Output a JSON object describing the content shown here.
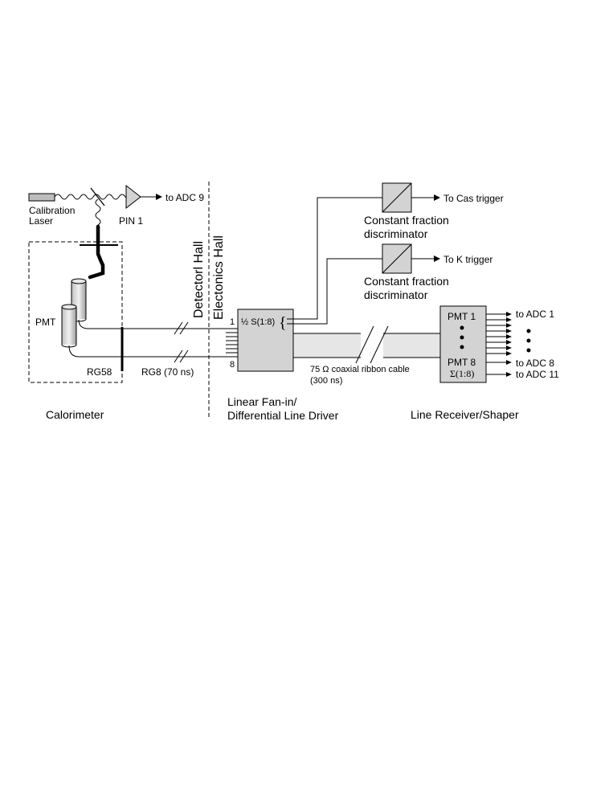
{
  "labels": {
    "calibration_laser_line1": "Calibration",
    "calibration_laser_line2": "Laser",
    "pin1": "PIN 1",
    "to_adc9": "to ADC 9",
    "pmt": "PMT",
    "rg58": "RG58",
    "rg8": "RG8 (70 ns)",
    "calorimeter": "Calorimeter",
    "detector_hall": "Detectorl Hall",
    "electronics_hall": "Electonics Hall",
    "input_1": "1",
    "input_8": "8",
    "sum_label": "½ S(1:8)",
    "brace": "{",
    "fanin_line1": "Linear Fan-in/",
    "fanin_line2": "Differential Line Driver",
    "cfd1_line1": "Constant fraction",
    "cfd1_line2": "discriminator",
    "cfd2_line1": "Constant fraction",
    "cfd2_line2": "discriminator",
    "to_cas_trigger": "To Cas trigger",
    "to_k_trigger": "To K trigger",
    "cable_line1": "75 Ω coaxial ribbon cable",
    "cable_line2": "(300 ns)",
    "pmt1": "PMT 1",
    "pmt8": "PMT 8",
    "sigma": "Σ(1:8)",
    "to_adc1": "to ADC 1",
    "to_adc8": "to ADC 8",
    "to_adc11": "to ADC 11",
    "receiver": "Line Receiver/Shaper"
  },
  "colors": {
    "box_fill": "#d3d3d3",
    "ribbon_fill": "#e6e6e6",
    "line": "#000000"
  }
}
